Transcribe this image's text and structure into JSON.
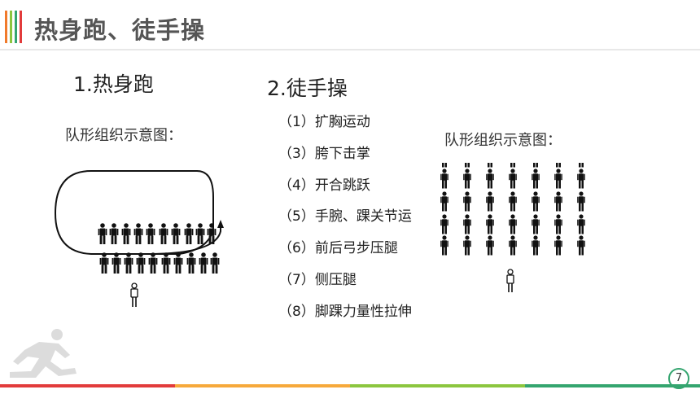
{
  "header": {
    "title": "热身跑、徒手操",
    "bar_colors": [
      "#f07a2b",
      "#8cc63f",
      "#34a56f",
      "#e23b3b"
    ]
  },
  "section1": {
    "heading": "1.热身跑",
    "caption": "队形组织示意图："
  },
  "section2": {
    "heading": "2.徒手操",
    "caption": "队形组织示意图：",
    "exercises": [
      "（1）扩胸运动",
      "（3）胯下击掌",
      "（4）开合跳跃",
      "（5）手腕、踝关节运",
      "（6）前后弓步压腿",
      "（7）侧压腿",
      "（8）脚踝力量性拉伸"
    ]
  },
  "footer": {
    "page_number": "7",
    "colors": [
      "#e23b3b",
      "#f6a93b",
      "#8cc63f",
      "#34a56f"
    ]
  }
}
